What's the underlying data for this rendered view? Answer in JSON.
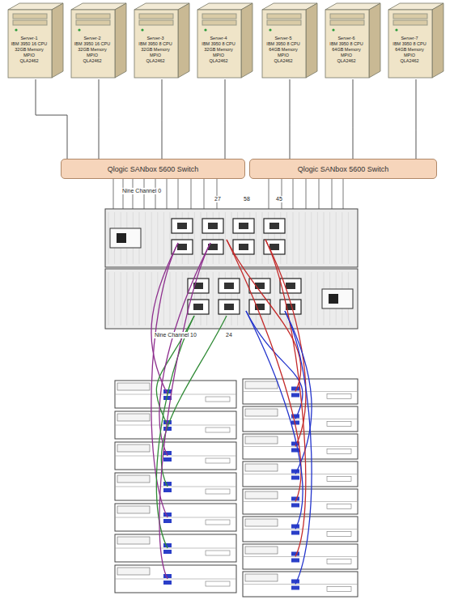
{
  "diagram": {
    "nodes": [
      {
        "text": [
          "Server-1",
          "IBM 3950 16 CPU",
          "32GB Memory",
          "MPIO",
          "QLA2462"
        ]
      },
      {
        "text": [
          "Server-2",
          "IBM 3950 16 CPU",
          "32GB Memory",
          "MPIO",
          "QLA2462"
        ]
      },
      {
        "text": [
          "Server-3",
          "IBM 3950 8 CPU",
          "32GB Memory",
          "MPIO",
          "QLA2462"
        ]
      },
      {
        "text": [
          "Server-4",
          "IBM 3950 8 CPU",
          "32GB Memory",
          "MPIO",
          "QLA2462"
        ]
      },
      {
        "text": [
          "Server-5",
          "IBM 3950 8 CPU",
          "64GB Memory",
          "MPIO",
          "QLA2462"
        ]
      },
      {
        "text": [
          "Server-6",
          "IBM 3950 8 CPU",
          "64GB Memory",
          "MPIO",
          "QLA2462"
        ]
      },
      {
        "text": [
          "Server-7",
          "IBM 3950 8 CPU",
          "64GB Memory",
          "MPIO",
          "QLA2462"
        ]
      },
      {
        "text": [
          "Qlogic SANbox 5600 Switch"
        ]
      },
      {
        "text": [
          "Qlogic SANbox 5600 Switch"
        ]
      }
    ],
    "edges": [
      {
        "from": 0,
        "to": 7,
        "arrow": "none"
      },
      {
        "from": 1,
        "to": 7,
        "arrow": "none"
      },
      {
        "from": 2,
        "to": 7,
        "arrow": "none"
      },
      {
        "from": 3,
        "to": 7,
        "arrow": "none"
      },
      {
        "from": 4,
        "to": 8,
        "arrow": "none"
      },
      {
        "from": 5,
        "to": 8,
        "arrow": "none"
      },
      {
        "from": 6,
        "to": 8,
        "arrow": "none"
      }
    ],
    "labels": [
      "Nine Channel 0",
      "27",
      "58",
      "45",
      "Nine Channel 0",
      "10",
      "24"
    ]
  }
}
